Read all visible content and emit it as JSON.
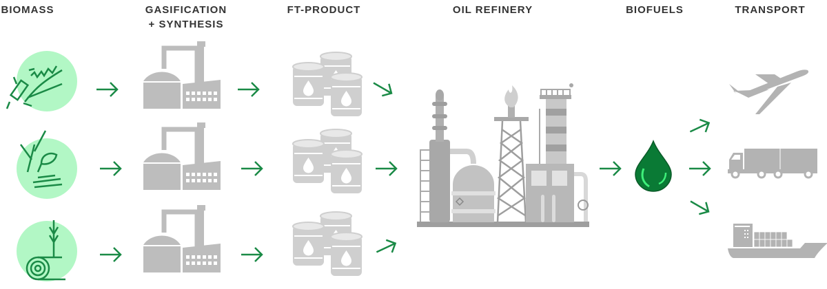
{
  "headers": {
    "biomass": "BIOMASS",
    "gasification_line1": "GASIFICATION",
    "gasification_line2": "+ SYNTHESIS",
    "ft_product": "FT-PRODUCT",
    "oil_refinery": "OIL REFINERY",
    "biofuels": "BIOFUELS",
    "transport": "TRANSPORT"
  },
  "colors": {
    "accent_green": "#1a8a46",
    "circle_green": "#b2f7c5",
    "icon_gray": "#bdbdbd",
    "text": "#333333"
  }
}
